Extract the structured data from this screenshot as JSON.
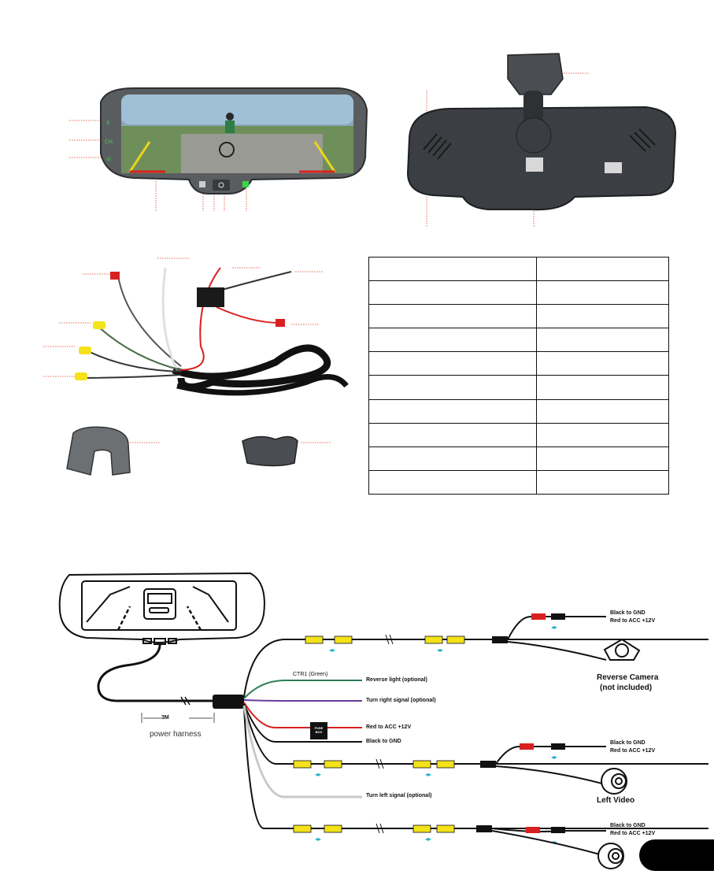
{
  "diagram": {
    "cable_length": "3M",
    "power_harness": "power harness",
    "ctr1": "CTR1 (Green)",
    "reverse_light": "Reverse light (optional)",
    "turn_right": "Turn right signal (optional)",
    "red_acc": "Red to ACC +12V",
    "black_gnd": "Black to GND",
    "fuse": "FUSE BOX",
    "turn_left": "Turn left signal (optional)",
    "cam1_black": "Black to GND",
    "cam1_red": "Red to ACC +12V",
    "cam1_name": "Reverse Camera",
    "cam1_note": "(not included)",
    "cam2_black": "Black to GND",
    "cam2_red": "Red to ACC +12V",
    "cam2_name": "Left Video",
    "cam3_black": "Black to GND",
    "cam3_red": "Red to ACC +12V"
  },
  "spec_table": {
    "rows": [
      [
        "",
        ""
      ],
      [
        "",
        ""
      ],
      [
        "",
        ""
      ],
      [
        "",
        ""
      ],
      [
        "",
        ""
      ],
      [
        "",
        ""
      ],
      [
        "",
        ""
      ],
      [
        "",
        ""
      ],
      [
        "",
        ""
      ],
      [
        "",
        ""
      ]
    ]
  },
  "page_number": "",
  "colors": {
    "yellow": "#f4e21a",
    "red": "#d92020",
    "green": "#2e7d57",
    "purple": "#6a3d9a",
    "cyan": "#2ab3c9",
    "leader": "#e06a5a"
  }
}
